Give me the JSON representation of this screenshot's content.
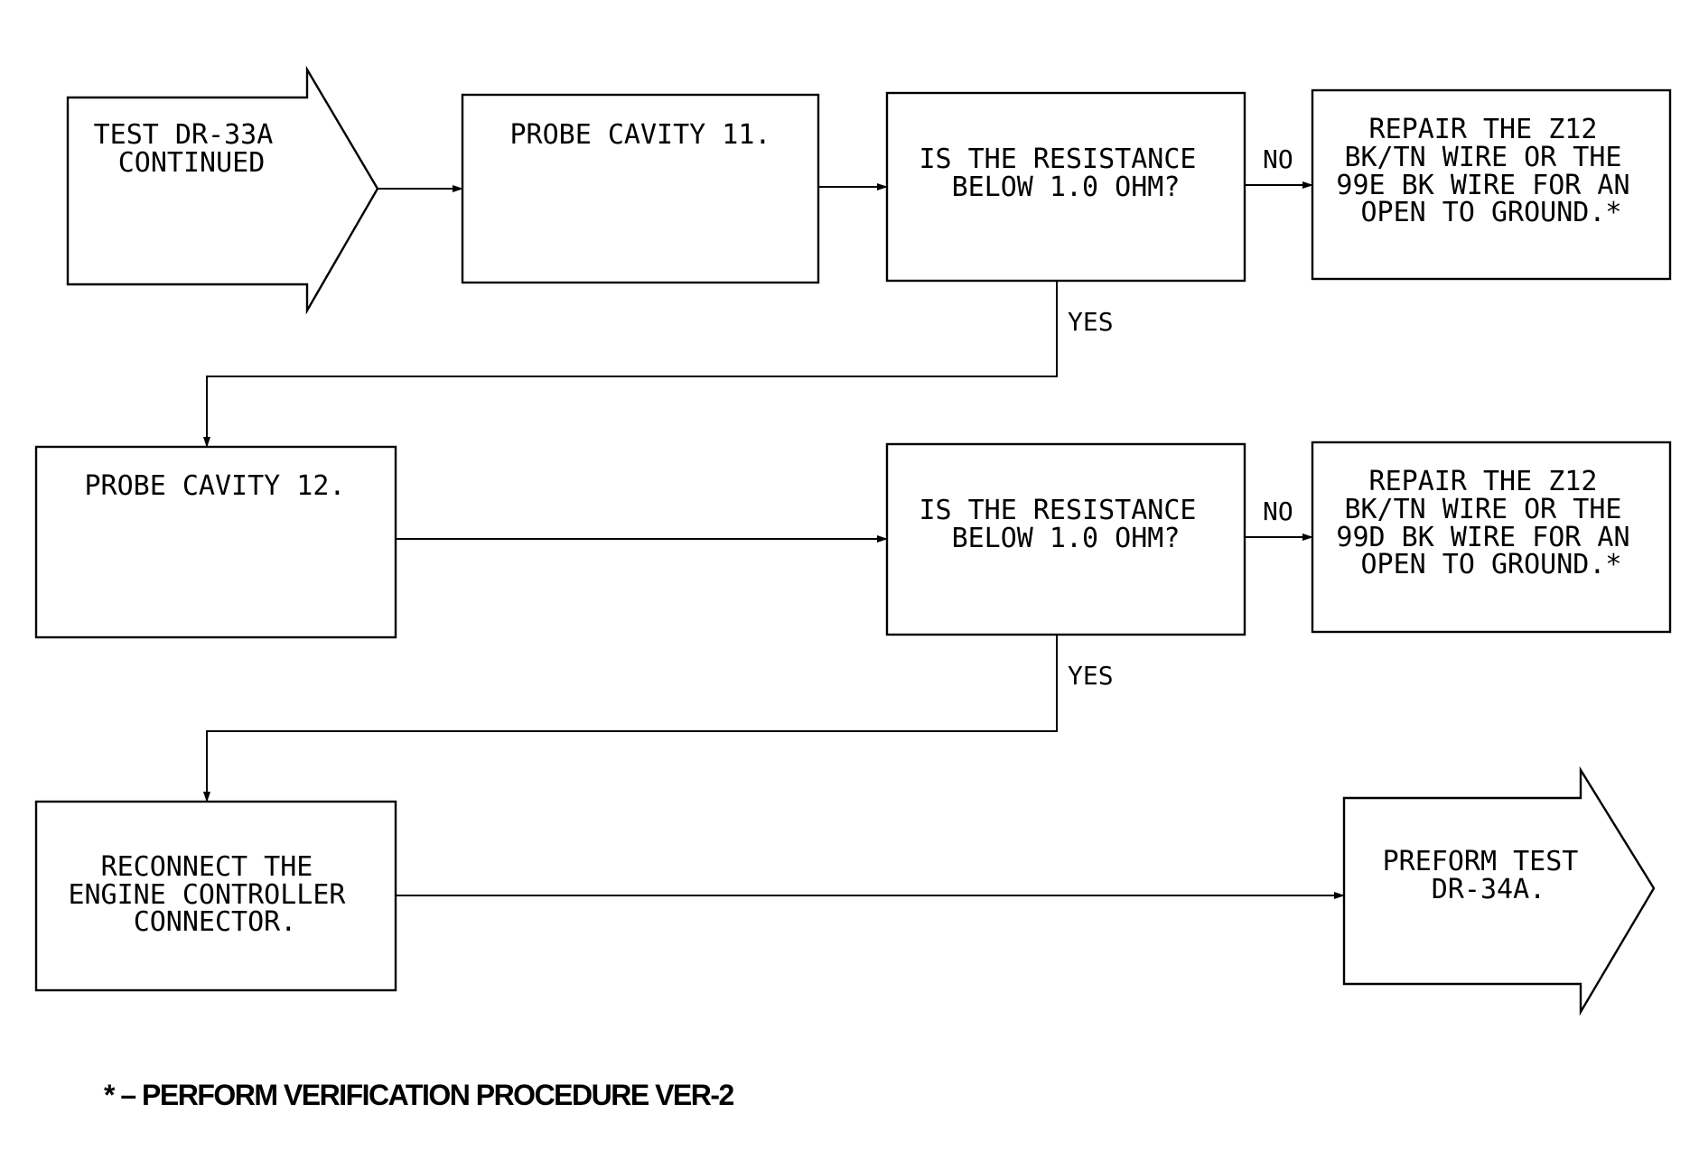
{
  "flowchart": {
    "start": {
      "lines": [
        "TEST DR-33A",
        "CONTINUED"
      ]
    },
    "probe11": {
      "lines": [
        "PROBE CAVITY 11."
      ]
    },
    "question1": {
      "lines": [
        "IS THE RESISTANCE",
        "BELOW 1.0 OHM?"
      ]
    },
    "repair1": {
      "lines": [
        "REPAIR THE Z12",
        "BK/TN WIRE OR THE",
        "99E BK WIRE FOR AN",
        "OPEN TO GROUND.*"
      ]
    },
    "probe12": {
      "lines": [
        "PROBE CAVITY 12."
      ]
    },
    "question2": {
      "lines": [
        "IS THE RESISTANCE",
        "BELOW 1.0 OHM?"
      ]
    },
    "repair2": {
      "lines": [
        "REPAIR THE Z12",
        "BK/TN WIRE OR THE",
        "99D BK WIRE FOR AN",
        "OPEN TO GROUND.*"
      ]
    },
    "reconnect": {
      "lines": [
        "RECONNECT THE",
        "ENGINE CONTROLLER",
        "CONNECTOR."
      ]
    },
    "end": {
      "lines": [
        "PREFORM TEST",
        "DR-34A."
      ]
    },
    "labels": {
      "no1": "NO",
      "yes1": "YES",
      "no2": "NO",
      "yes2": "YES"
    }
  },
  "footnote": "* – PERFORM VERIFICATION PROCEDURE VER-2"
}
